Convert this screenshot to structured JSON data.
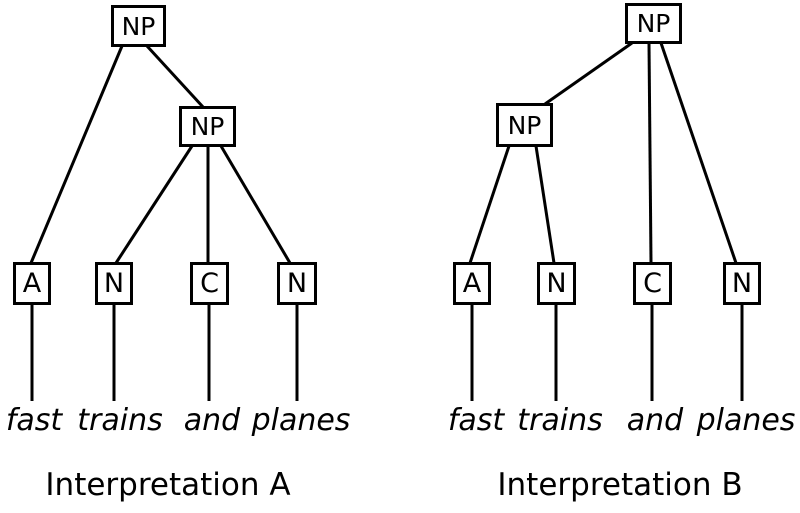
{
  "colors": {
    "background": "#ffffff",
    "stroke": "#000000",
    "text": "#000000"
  },
  "diagram": {
    "tree_a": {
      "root_label": "NP",
      "inner_label": "NP",
      "leaves": [
        "A",
        "N",
        "C",
        "N"
      ],
      "words": [
        "fast",
        "trains",
        "and",
        "planes"
      ],
      "caption": "Interpretation A"
    },
    "tree_b": {
      "root_label": "NP",
      "inner_label": "NP",
      "leaves": [
        "A",
        "N",
        "C",
        "N"
      ],
      "words": [
        "fast",
        "trains",
        "and",
        "planes"
      ],
      "caption": "Interpretation B"
    }
  }
}
